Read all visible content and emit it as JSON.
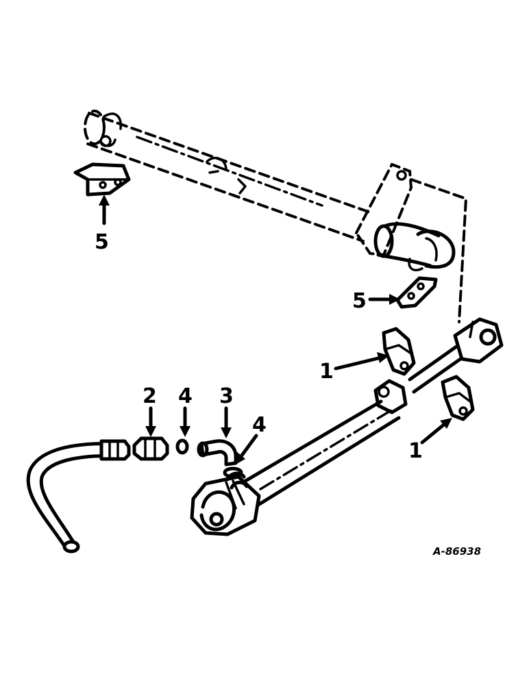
{
  "figure_reference": "A-86938",
  "callouts": {
    "c1a": "1",
    "c1b": "1",
    "c2": "2",
    "c3": "3",
    "c4a": "4",
    "c4b": "4",
    "c5a": "5",
    "c5b": "5"
  },
  "ink_color": "#000000",
  "background_color": "#ffffff"
}
